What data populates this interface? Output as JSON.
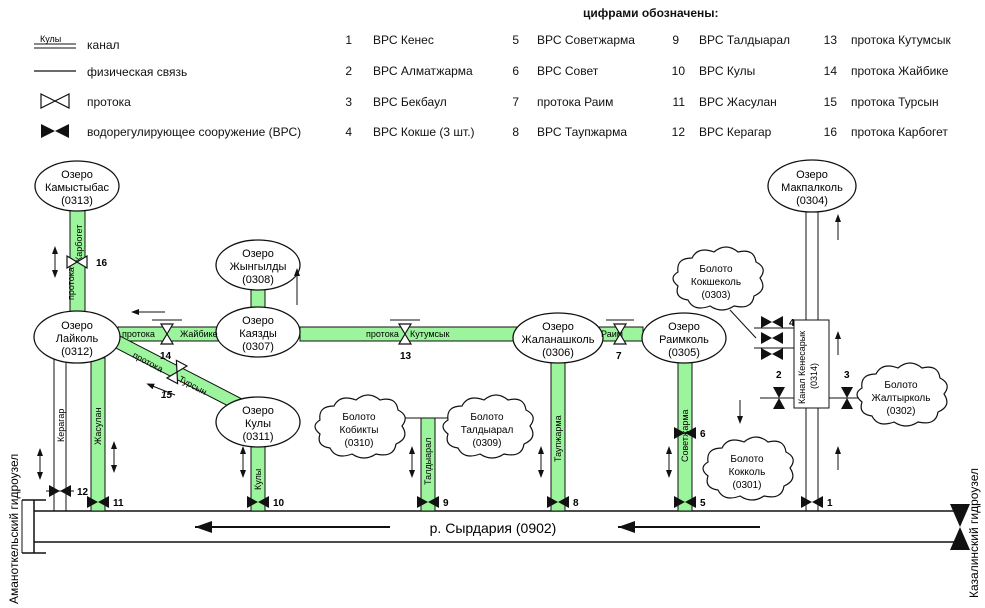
{
  "colors": {
    "channel": "#9cf59c",
    "stroke": "#111111",
    "background": "#ffffff"
  },
  "legend": {
    "header": "цифрами обозначены:",
    "channel_sample": "Кулы",
    "channel_label": "канал",
    "link_label": "физическая связь",
    "duct_label": "протока",
    "structure_label": "водорегулирующее сооружение (ВРС)",
    "items": [
      {
        "num": "1",
        "label": "ВРС Кенес"
      },
      {
        "num": "2",
        "label": "ВРС Алматжарма"
      },
      {
        "num": "3",
        "label": "ВРС Бекбаул"
      },
      {
        "num": "4",
        "label": "ВРС Кокше (3 шт.)"
      },
      {
        "num": "5",
        "label": "ВРС Советжарма"
      },
      {
        "num": "6",
        "label": "ВРС Совет"
      },
      {
        "num": "7",
        "label": "протока Раим"
      },
      {
        "num": "8",
        "label": "ВРС Таупжарма"
      },
      {
        "num": "9",
        "label": "ВРС Талдыарал"
      },
      {
        "num": "10",
        "label": "ВРС Кулы"
      },
      {
        "num": "11",
        "label": "ВРС Жасулан"
      },
      {
        "num": "12",
        "label": "ВРС Керагар"
      },
      {
        "num": "13",
        "label": "протока Кутумсык"
      },
      {
        "num": "14",
        "label": "протока Жайбике"
      },
      {
        "num": "15",
        "label": "протока Турсын"
      },
      {
        "num": "16",
        "label": "протока Карбогет"
      }
    ]
  },
  "lakes": {
    "kamystybas": {
      "name": "Озеро",
      "line2": "Камыстыбас",
      "code": "(0313)"
    },
    "laykol": {
      "name": "Озеро",
      "line2": "Лайколь",
      "code": "(0312)"
    },
    "zhyngyldy": {
      "name": "Озеро",
      "line2": "Жынгылды",
      "code": "(0308)"
    },
    "kayazdy": {
      "name": "Озеро",
      "line2": "Каязды",
      "code": "(0307)"
    },
    "kuly": {
      "name": "Озеро",
      "line2": "Кулы",
      "code": "(0311)"
    },
    "zhalanashkol": {
      "name": "Озеро",
      "line2": "Жаланашколь",
      "code": "(0306)"
    },
    "raimkol": {
      "name": "Озеро",
      "line2": "Раимколь",
      "code": "(0305)"
    },
    "makpalkol": {
      "name": "Озеро",
      "line2": "Макпалколь",
      "code": "(0304)"
    }
  },
  "swamps": {
    "kokshekol": {
      "name": "Болото",
      "line2": "Кокшеколь",
      "code": "(0303)"
    },
    "kobikty": {
      "name": "Болото",
      "line2": "Кобикты",
      "code": "(0310)"
    },
    "taldyaral": {
      "name": "Болото",
      "line2": "Талдыарал",
      "code": "(0309)"
    },
    "zhaltyrkol": {
      "name": "Болото",
      "line2": "Жалтырколь",
      "code": "(0302)"
    },
    "kokkol": {
      "name": "Болото",
      "line2": "Кокколь",
      "code": "(0301)"
    }
  },
  "channels": {
    "karbooget": "Карбогет",
    "protoka": "протока",
    "zhaybike": "Жайбике",
    "kutumsyk": "Кутумсык",
    "raim": "Раим",
    "tursyn": "Турсын",
    "keragar": "Керагар",
    "zhasulan": "Жасулан",
    "kuly": "Кулы",
    "taldyaral": "Талдыарал",
    "taupzharma": "Таупжарма",
    "sovetzharma": "Советжарма",
    "kenesaryk": "Канал Кенесарык",
    "kenesaryk_code": "(0314)"
  },
  "river": {
    "label": "р. Сырдария (0902)"
  },
  "dams": {
    "left": "Аманоткельский гидроузел",
    "right": "Казалинский гидроузел"
  },
  "structure_numbers": {
    "n1": "1",
    "n2": "2",
    "n3": "3",
    "n4": "4",
    "n5": "5",
    "n6": "6",
    "n7": "7",
    "n8": "8",
    "n9": "9",
    "n10": "10",
    "n11": "11",
    "n12": "12",
    "n13": "13",
    "n14": "14",
    "n15": "15",
    "n16": "16"
  }
}
